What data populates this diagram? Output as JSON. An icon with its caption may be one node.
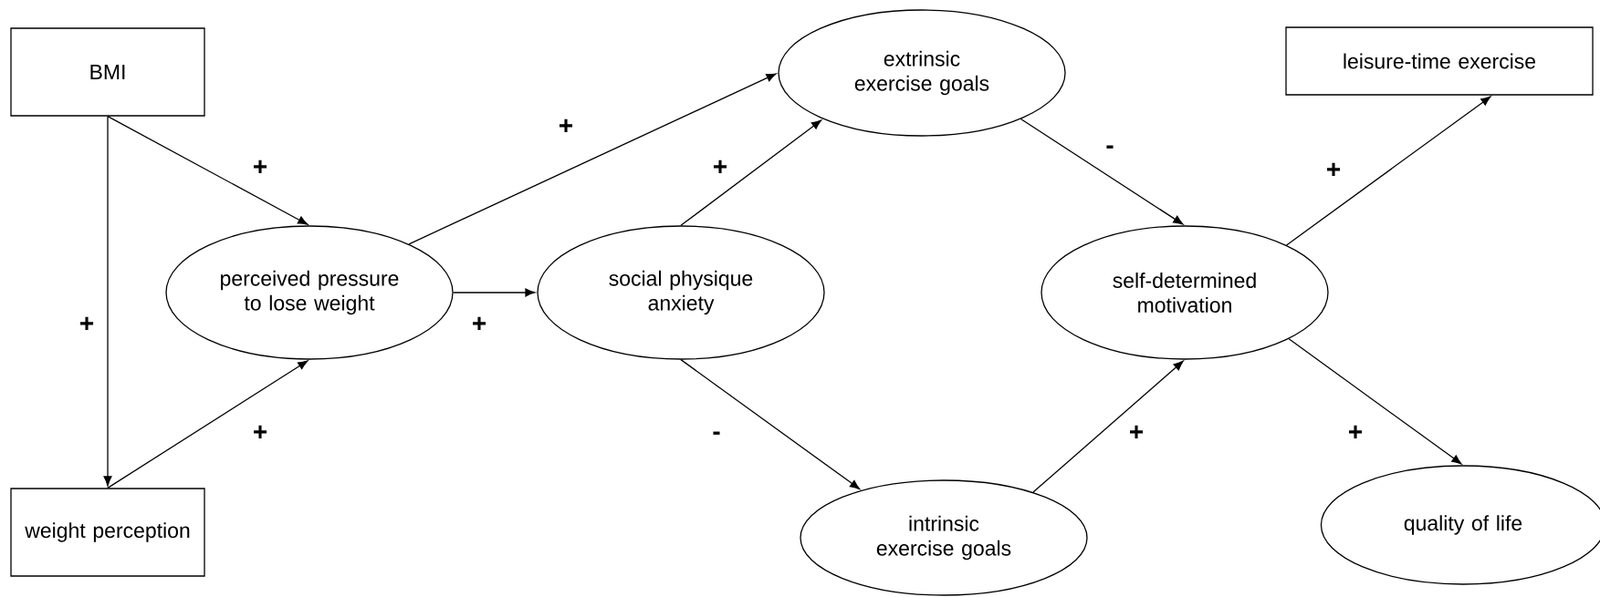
{
  "diagram": {
    "nodes": [
      {
        "text": [
          "BMI"
        ]
      },
      {
        "text": [
          "perceived pressure to lose weight"
        ]
      },
      {
        "text": [
          "weight perception"
        ]
      },
      {
        "text": [
          "social physique anxiety"
        ]
      },
      {
        "text": [
          "extrinsic exercise goals"
        ]
      },
      {
        "text": [
          "intrinsic exercise goals"
        ]
      },
      {
        "text": [
          "self-determined motivation"
        ]
      },
      {
        "text": [
          "leisure-time exercise"
        ]
      },
      {
        "text": [
          "quality of life"
        ]
      }
    ],
    "edges": [
      {
        "from": 0,
        "to": 1,
        "arrow": "to",
        "label": "+"
      },
      {
        "from": 0,
        "to": 2,
        "arrow": "to",
        "label": "+"
      },
      {
        "from": 2,
        "to": 1,
        "arrow": "to",
        "label": "+"
      },
      {
        "from": 1,
        "to": 3,
        "arrow": "to",
        "label": "+"
      },
      {
        "from": 1,
        "to": 4,
        "arrow": "to",
        "label": "+"
      },
      {
        "from": 3,
        "to": 4,
        "arrow": "to",
        "label": "+"
      },
      {
        "from": 3,
        "to": 5,
        "arrow": "to",
        "label": "-"
      },
      {
        "from": 4,
        "to": 6,
        "arrow": "to",
        "label": "-"
      },
      {
        "from": 5,
        "to": 6,
        "arrow": "to",
        "label": "+"
      },
      {
        "from": 6,
        "to": 7,
        "arrow": "to",
        "label": "+"
      },
      {
        "from": 6,
        "to": 8,
        "arrow": "to",
        "label": "+"
      }
    ]
  }
}
